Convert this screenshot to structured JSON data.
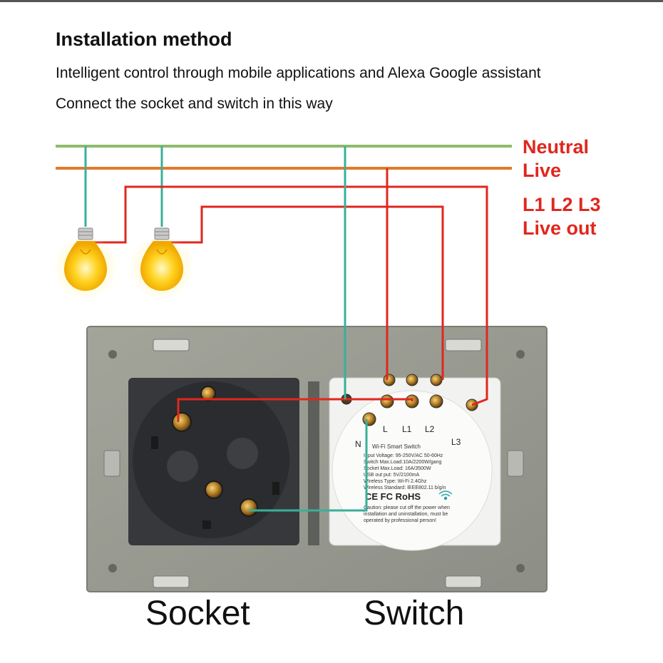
{
  "header": {
    "title": "Installation method",
    "line1": "Intelligent control through mobile applications and Alexa Google assistant",
    "line2": "Connect the socket and switch in this way"
  },
  "wires": {
    "neutral": "Neutral",
    "live": "Live",
    "l123": "L1 L2 L3",
    "live_out": "Live out",
    "neutral_color": "#8dbb6a",
    "live_color": "#e27a2c",
    "out_color": "#e0271e",
    "lamp_wire_color": "#3aaf9a"
  },
  "labels": {
    "socket": "Socket",
    "switch": "Switch"
  },
  "switch_module": {
    "terminals": {
      "n": "N",
      "l": "L",
      "l1": "L1",
      "l2": "L2",
      "l3": "L3"
    },
    "name": "Wi-Fi Smart Switch",
    "specs": [
      "Input Voltage: 95-250V/AC 50-60Hz",
      "Switch Max.Load:10A/2200W/gang",
      "Socket Max.Load: 16A/3500W",
      "USB out put: 5V/2100mA",
      "Wireless Type: Wi-Fi 2.4Ghz",
      "Wireless Standard: IEEE802.11 b/g/n"
    ],
    "cert": "CE FC RoHS",
    "caution": [
      "Caution: please cut off the power when",
      "installation and uninstallation, must be",
      "operated by professional person!"
    ]
  }
}
